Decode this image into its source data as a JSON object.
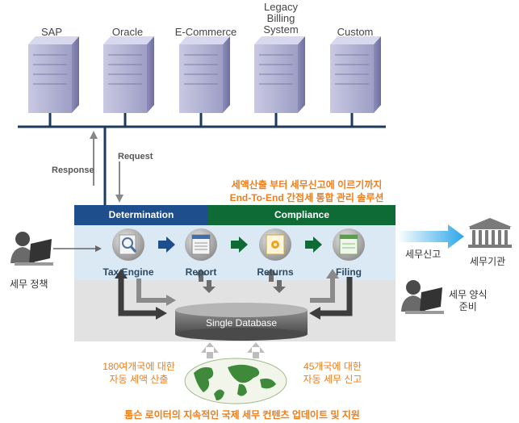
{
  "servers": [
    {
      "label": "SAP"
    },
    {
      "label": "Oracle"
    },
    {
      "label": "E-Commerce"
    },
    {
      "label": "Legacy\nBilling\nSystem"
    },
    {
      "label": "Custom"
    }
  ],
  "response_label": "Response",
  "request_label": "Request",
  "headline": [
    "세액산출 부터 세무신고에 이르기까지",
    "End-To-End 간접세 통합 관리 솔루션"
  ],
  "tabs": {
    "determination": "Determination",
    "compliance": "Compliance"
  },
  "steps": [
    {
      "label": "Tax Engine",
      "icon": "magnifier-icon"
    },
    {
      "label": "Report",
      "icon": "report-icon"
    },
    {
      "label": "Returns",
      "icon": "returns-gear-icon"
    },
    {
      "label": "Filing",
      "icon": "filing-envelope-icon"
    }
  ],
  "database_label": "Single Database",
  "left_person_label": "세무 정책",
  "right_person_label": [
    "세무 양식",
    "준비"
  ],
  "arrow_out_label": "세무신고",
  "authority_label": "세무기관",
  "bottom_left": [
    "180여개국에 대한",
    "자동 세액 산출"
  ],
  "bottom_right": [
    "45개국에 대한",
    "자동 세무 신고"
  ],
  "bottom_caption": "톰슨 로이터의 지속적인 국제 세무 컨텐츠 업데이트 및 지원",
  "colors": {
    "determination": "#1f4e8c",
    "compliance": "#0f6b36",
    "accent": "#f07d1a",
    "server": "#b9b9d9"
  }
}
